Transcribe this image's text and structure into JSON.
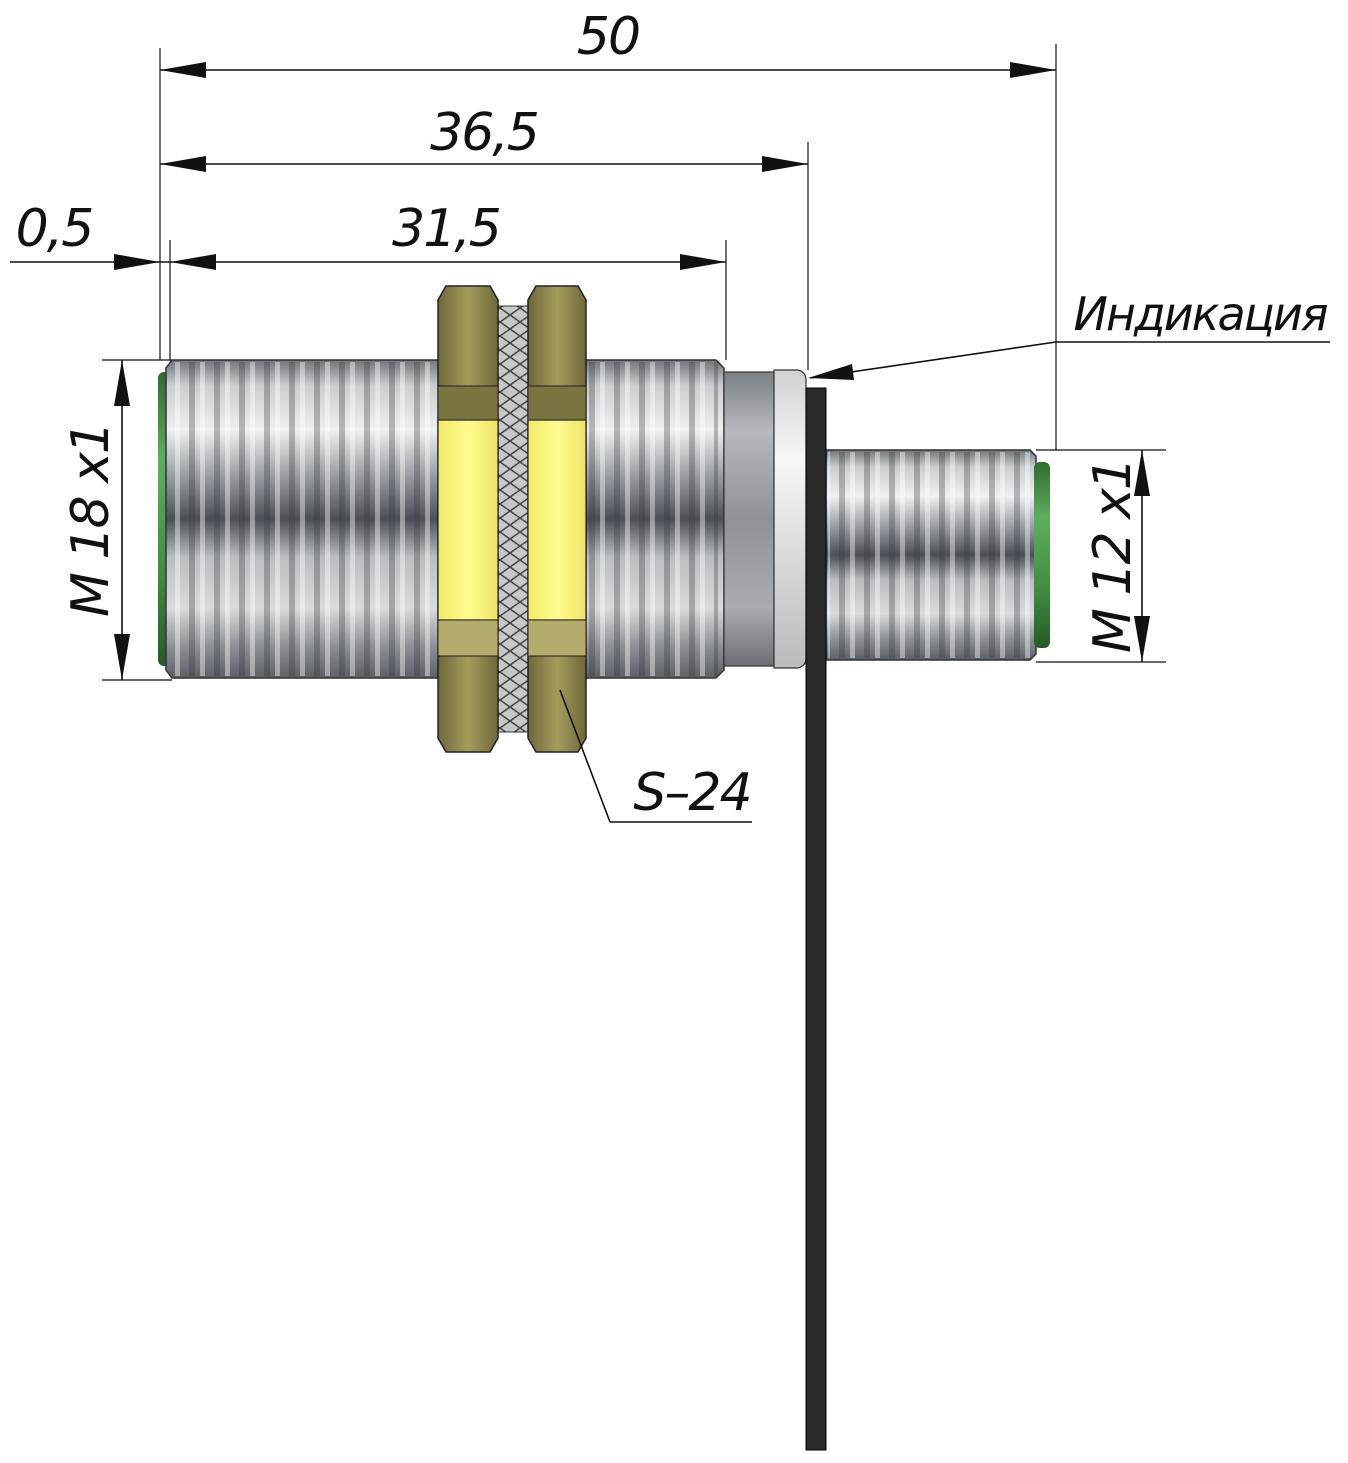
{
  "title": "Inductive proximity sensor M18x1 with M12x1 connector — dimensions",
  "dimensions": {
    "overall_length": "50",
    "body_length": "36,5",
    "thread_length": "31,5",
    "face_offset": "0,5",
    "main_thread": "M 18 x1",
    "connector_thread": "M 12 x1",
    "nut_size": "S–24"
  },
  "callouts": {
    "indication": "Индикация"
  },
  "colors": {
    "thread_metal": "#9ea4aa",
    "nut_gold": "#8c8450",
    "nut_face": "#fffb80",
    "sensor_face": "#3e8a3e",
    "cable": "#2a2a2a",
    "ring": "#e8e8e8"
  }
}
